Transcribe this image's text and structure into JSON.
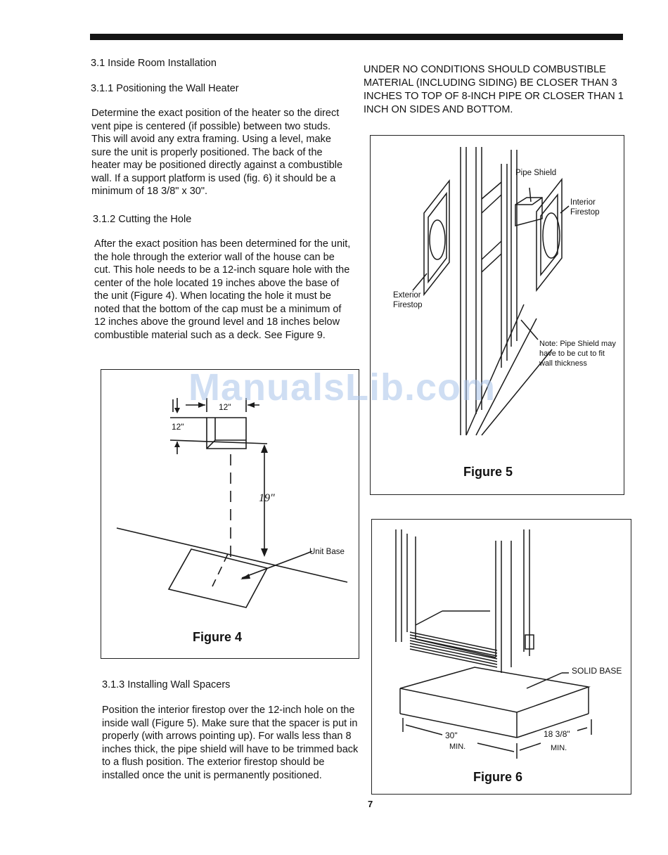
{
  "section_3_1": {
    "heading": "3.1 Inside Room Installation"
  },
  "section_3_1_1": {
    "heading": "3.1.1 Positioning the Wall Heater",
    "body": "Determine the exact position of the heater so the direct vent pipe is centered (if possible) between two studs. This will avoid any extra framing. Using a level, make sure the unit is properly positioned. The back of the heater may be positioned directly against a combustible wall. If a support platform is used (fig. 6) it should be a minimum of 18 3/8\" x 30\"."
  },
  "section_3_1_2": {
    "heading": "3.1.2 Cutting the Hole",
    "body": "After the exact position has been determined for the unit, the hole through the exterior wall of the house can be cut. This hole needs to be a 12-inch square hole with the center of the hole located 19 inches above the base of the unit (Figure 4). When locating the hole it must be noted that the bottom of the cap must be a minimum of 12 inches above the ground level and 18 inches below combustible material such as a deck. See Figure 9."
  },
  "section_3_1_3": {
    "heading": "3.1.3 Installing Wall Spacers",
    "body": "Position the interior firestop over the 12-inch hole on the inside wall (Figure 5). Make sure that the spacer is put in properly (with arrows pointing up). For walls less than 8 inches thick, the pipe shield will have to be trimmed back to a flush position. The exterior firestop should be installed once the unit is permanently positioned."
  },
  "warning": "UNDER NO CONDITIONS SHOULD COMBUSTIBLE MATERIAL (INCLUDING SIDING) BE CLOSER THAN 3 INCHES TO TOP OF 8-INCH PIPE OR CLOSER THAN 1 INCH ON SIDES AND BOTTOM.",
  "figure4": {
    "caption": "Figure 4",
    "dim_width": "12\"",
    "dim_height": "12\"",
    "dim_center": "19\"",
    "label_unit_base": "Unit Base"
  },
  "figure5": {
    "caption": "Figure 5",
    "label_pipe_shield": "Pipe Shield",
    "label_interior_firestop": "Interior Firestop",
    "label_exterior_firestop": "Exterior Firestop",
    "note": "Note: Pipe Shield may have to be cut to fit wall thickness"
  },
  "figure6": {
    "caption": "Figure 6",
    "label_solid_base": "SOLID BASE",
    "dim_length": "30\"",
    "dim_length_min": "MIN.",
    "dim_depth": "18 3/8\"",
    "dim_depth_min": "MIN."
  },
  "watermark": "ManualsLib.com",
  "page_number": "7"
}
